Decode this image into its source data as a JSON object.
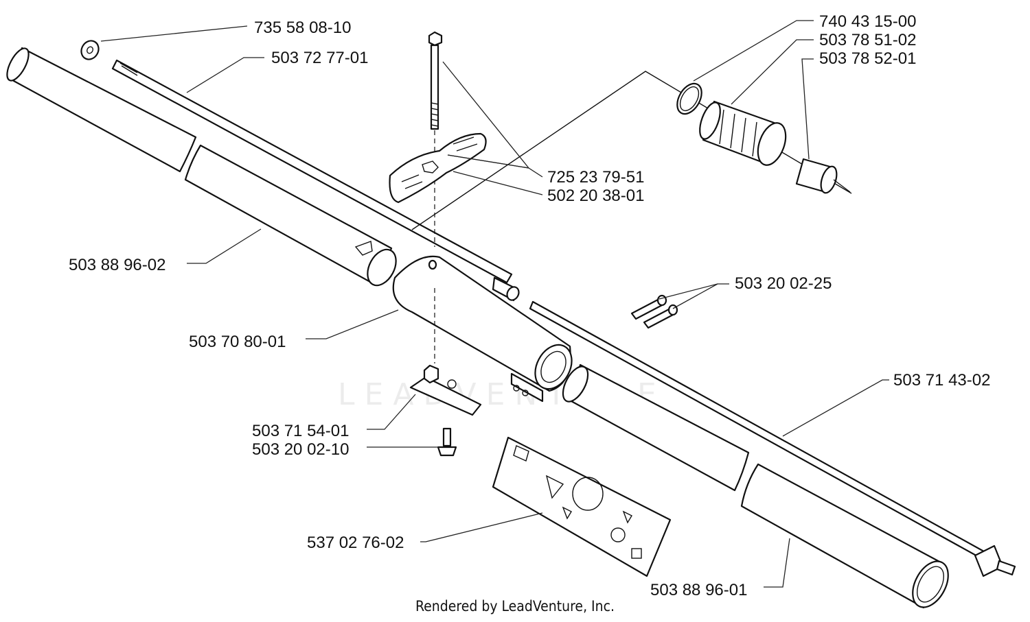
{
  "diagram": {
    "watermark": "LEADVENTURE",
    "footer": "Rendered by LeadVenture, Inc.",
    "labels": {
      "l1": "735 58 08-10",
      "l2": "503 72 77-01",
      "l3": "740 43 15-00",
      "l4": "503 78 51-02",
      "l5": "503 78 52-01",
      "l6": "725 23 79-51",
      "l7": "502 20 38-01",
      "l8": "503 88 96-02",
      "l9": "503 20 02-25",
      "l10": "503 70 80-01",
      "l11": "503 71 43-02",
      "l12": "503 71 54-01",
      "l13": "503 20 02-10",
      "l14": "537 02 76-02",
      "l15": "503 88 96-01"
    }
  }
}
